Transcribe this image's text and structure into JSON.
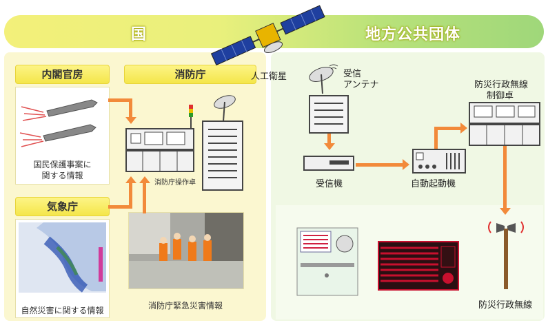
{
  "banner": {
    "left_title": "国",
    "right_title": "地方公共団体"
  },
  "satellite": {
    "label": "人工衛星"
  },
  "left": {
    "cabinet": {
      "title": "内閣官房",
      "caption_line1": "国民保護事案に",
      "caption_line2": "関する情報"
    },
    "meteo": {
      "title": "気象庁",
      "caption": "自然災害に関する情報"
    },
    "fire": {
      "title": "消防庁",
      "console_label": "消防庁操作卓",
      "photo_caption": "消防庁緊急災害情報"
    }
  },
  "right": {
    "antenna_line1": "受信",
    "antenna_line2": "アンテナ",
    "receiver": "受信機",
    "auto_start": "自動起動機",
    "control_line1": "防災行政無線",
    "control_line2": "制御卓",
    "loudspeaker": "防災行政無線"
  },
  "colors": {
    "arrow": "#f28a3a",
    "banner_yellow": "#f3f07a",
    "banner_green": "#9fd77a",
    "red_device": "#c8102e"
  }
}
